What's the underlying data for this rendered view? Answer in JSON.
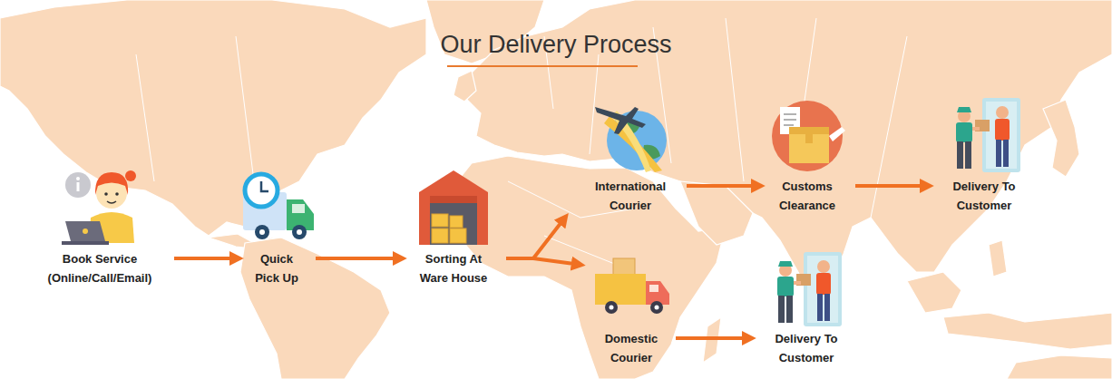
{
  "diagram": {
    "title": "Our Delivery Process",
    "nodes": [
      {
        "text": [
          "Book Service (Online/Call/Email)"
        ]
      },
      {
        "text": [
          "Quick Pick Up"
        ]
      },
      {
        "text": [
          "Sorting At Ware House"
        ]
      },
      {
        "text": [
          "International Courier"
        ]
      },
      {
        "text": [
          "Customs Clearance"
        ]
      },
      {
        "text": [
          "Delivery To Customer"
        ]
      },
      {
        "text": [
          "Domestic Courier"
        ]
      },
      {
        "text": [
          "Delivery To Customer"
        ]
      }
    ],
    "edges": [
      {
        "from": 0,
        "to": 1,
        "arrow": "to"
      },
      {
        "from": 1,
        "to": 2,
        "arrow": "to"
      },
      {
        "from": 2,
        "to": 3,
        "arrow": "to"
      },
      {
        "from": 2,
        "to": 6,
        "arrow": "to"
      },
      {
        "from": 3,
        "to": 4,
        "arrow": "to"
      },
      {
        "from": 4,
        "to": 5,
        "arrow": "to"
      },
      {
        "from": 6,
        "to": 7,
        "arrow": "to"
      }
    ]
  }
}
